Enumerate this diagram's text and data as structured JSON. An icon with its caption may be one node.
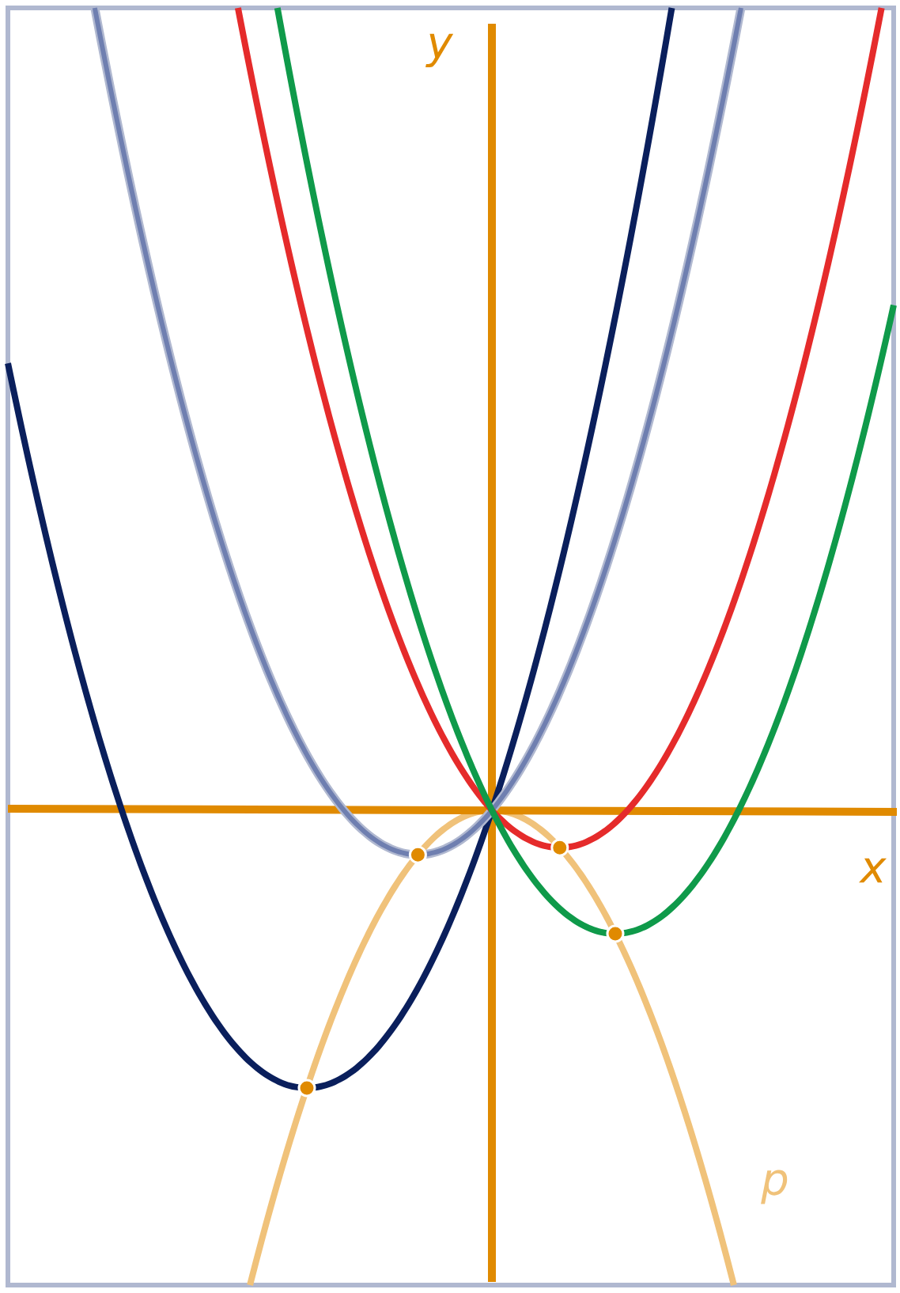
{
  "diagram": {
    "labels": [
      "y",
      "x",
      "p"
    ]
  }
}
